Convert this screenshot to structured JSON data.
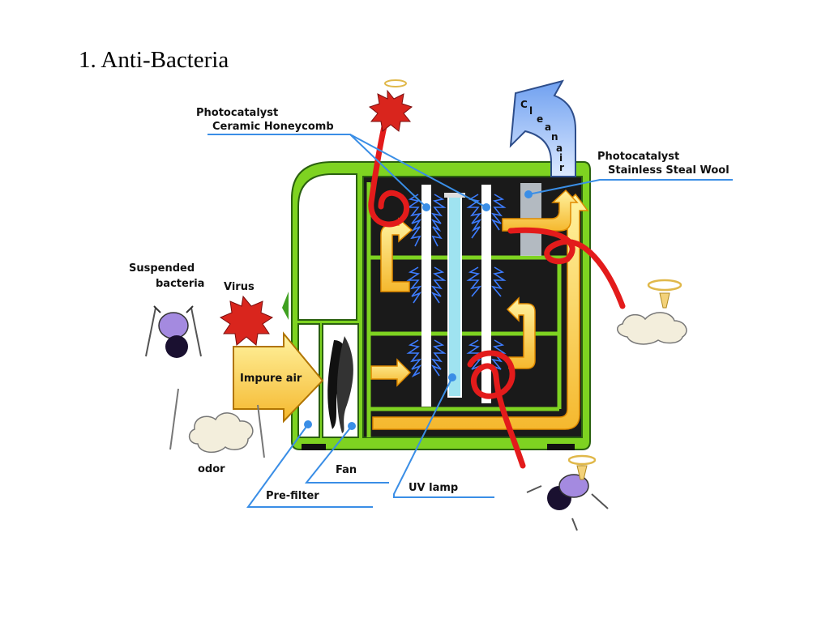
{
  "slide": {
    "title": "1. Anti-Bacteria"
  },
  "labels": {
    "honeycomb_line1": "Photocatalyst",
    "honeycomb_line2": "Ceramic Honeycomb",
    "wool_line1": "Photocatalyst",
    "wool_line2": "Stainless Steal Wool",
    "bacteria_line1": "Suspended",
    "bacteria_line2": "bacteria",
    "virus": "Virus",
    "impure_air": "Impure air",
    "odor": "odor",
    "fan": "Fan",
    "uv_lamp": "UV lamp",
    "prefilter": "Pre-filter",
    "clean_air": [
      "C",
      "l",
      "e",
      "a",
      "n",
      "a",
      "i",
      "r"
    ]
  },
  "colors": {
    "housing": "#7ed321",
    "interior": "#1a1a1a",
    "airflow_arrow": "#ffd24d",
    "bacteria_path": "#e31b1b",
    "clean_air_arrow": "#a8c8ff",
    "callout_line": "#3a8ee6",
    "uv_lamp": "#9fe3f0",
    "virus": "#d9251d"
  },
  "icons": [
    "virus-icon",
    "bacteria-devil-icon",
    "odor-cloud-icon",
    "halo-icon",
    "fan-icon",
    "impure-air-arrow-icon",
    "clean-air-arrow-icon"
  ]
}
